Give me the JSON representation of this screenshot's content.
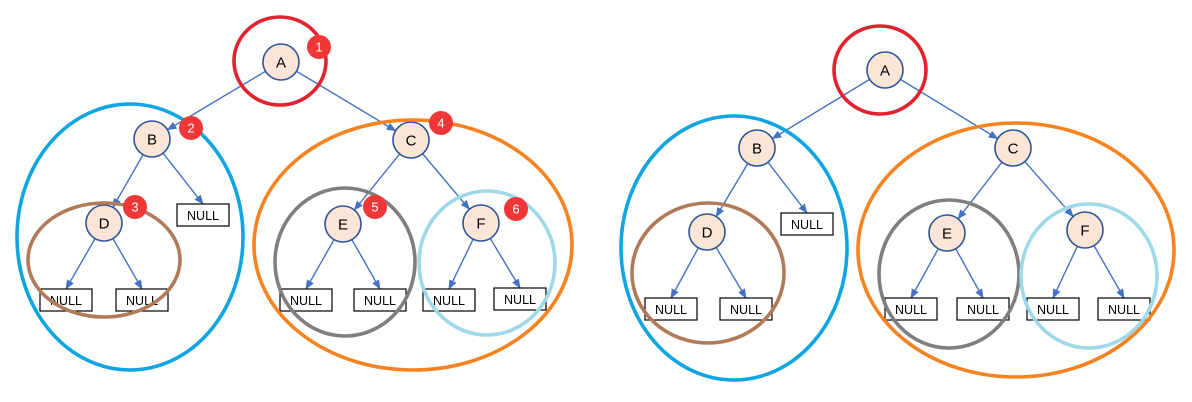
{
  "diagrams": [
    {
      "id": "left",
      "nodes": [
        {
          "key": "A",
          "label": "A",
          "order": "1"
        },
        {
          "key": "B",
          "label": "B",
          "order": "2"
        },
        {
          "key": "D",
          "label": "D",
          "order": "3"
        },
        {
          "key": "C",
          "label": "C",
          "order": "4"
        },
        {
          "key": "E",
          "label": "E",
          "order": "5"
        },
        {
          "key": "F",
          "label": "F",
          "order": "6"
        }
      ],
      "null_label": "NULL"
    },
    {
      "id": "right",
      "nodes": [
        {
          "key": "A",
          "label": "A"
        },
        {
          "key": "B",
          "label": "B"
        },
        {
          "key": "D",
          "label": "D"
        },
        {
          "key": "C",
          "label": "C"
        },
        {
          "key": "E",
          "label": "E"
        },
        {
          "key": "F",
          "label": "F"
        }
      ],
      "null_label": "NULL"
    }
  ],
  "tree": {
    "root": "A",
    "children": {
      "A": [
        "B",
        "C"
      ],
      "B": [
        "D",
        "NULL"
      ],
      "D": [
        "NULL",
        "NULL"
      ],
      "C": [
        "E",
        "F"
      ],
      "E": [
        "NULL",
        "NULL"
      ],
      "F": [
        "NULL",
        "NULL"
      ]
    }
  },
  "colors": {
    "node_fill": "#fbe5d6",
    "node_stroke": "#2f5597",
    "edge": "#4472c4",
    "badge": "#ef3737",
    "ring_A": "#e3222f",
    "ring_B": "#0ea5e2",
    "ring_D": "#b07b5a",
    "ring_C": "#f68320",
    "ring_E": "#7f7f7f",
    "ring_F": "#9fd8e8"
  }
}
